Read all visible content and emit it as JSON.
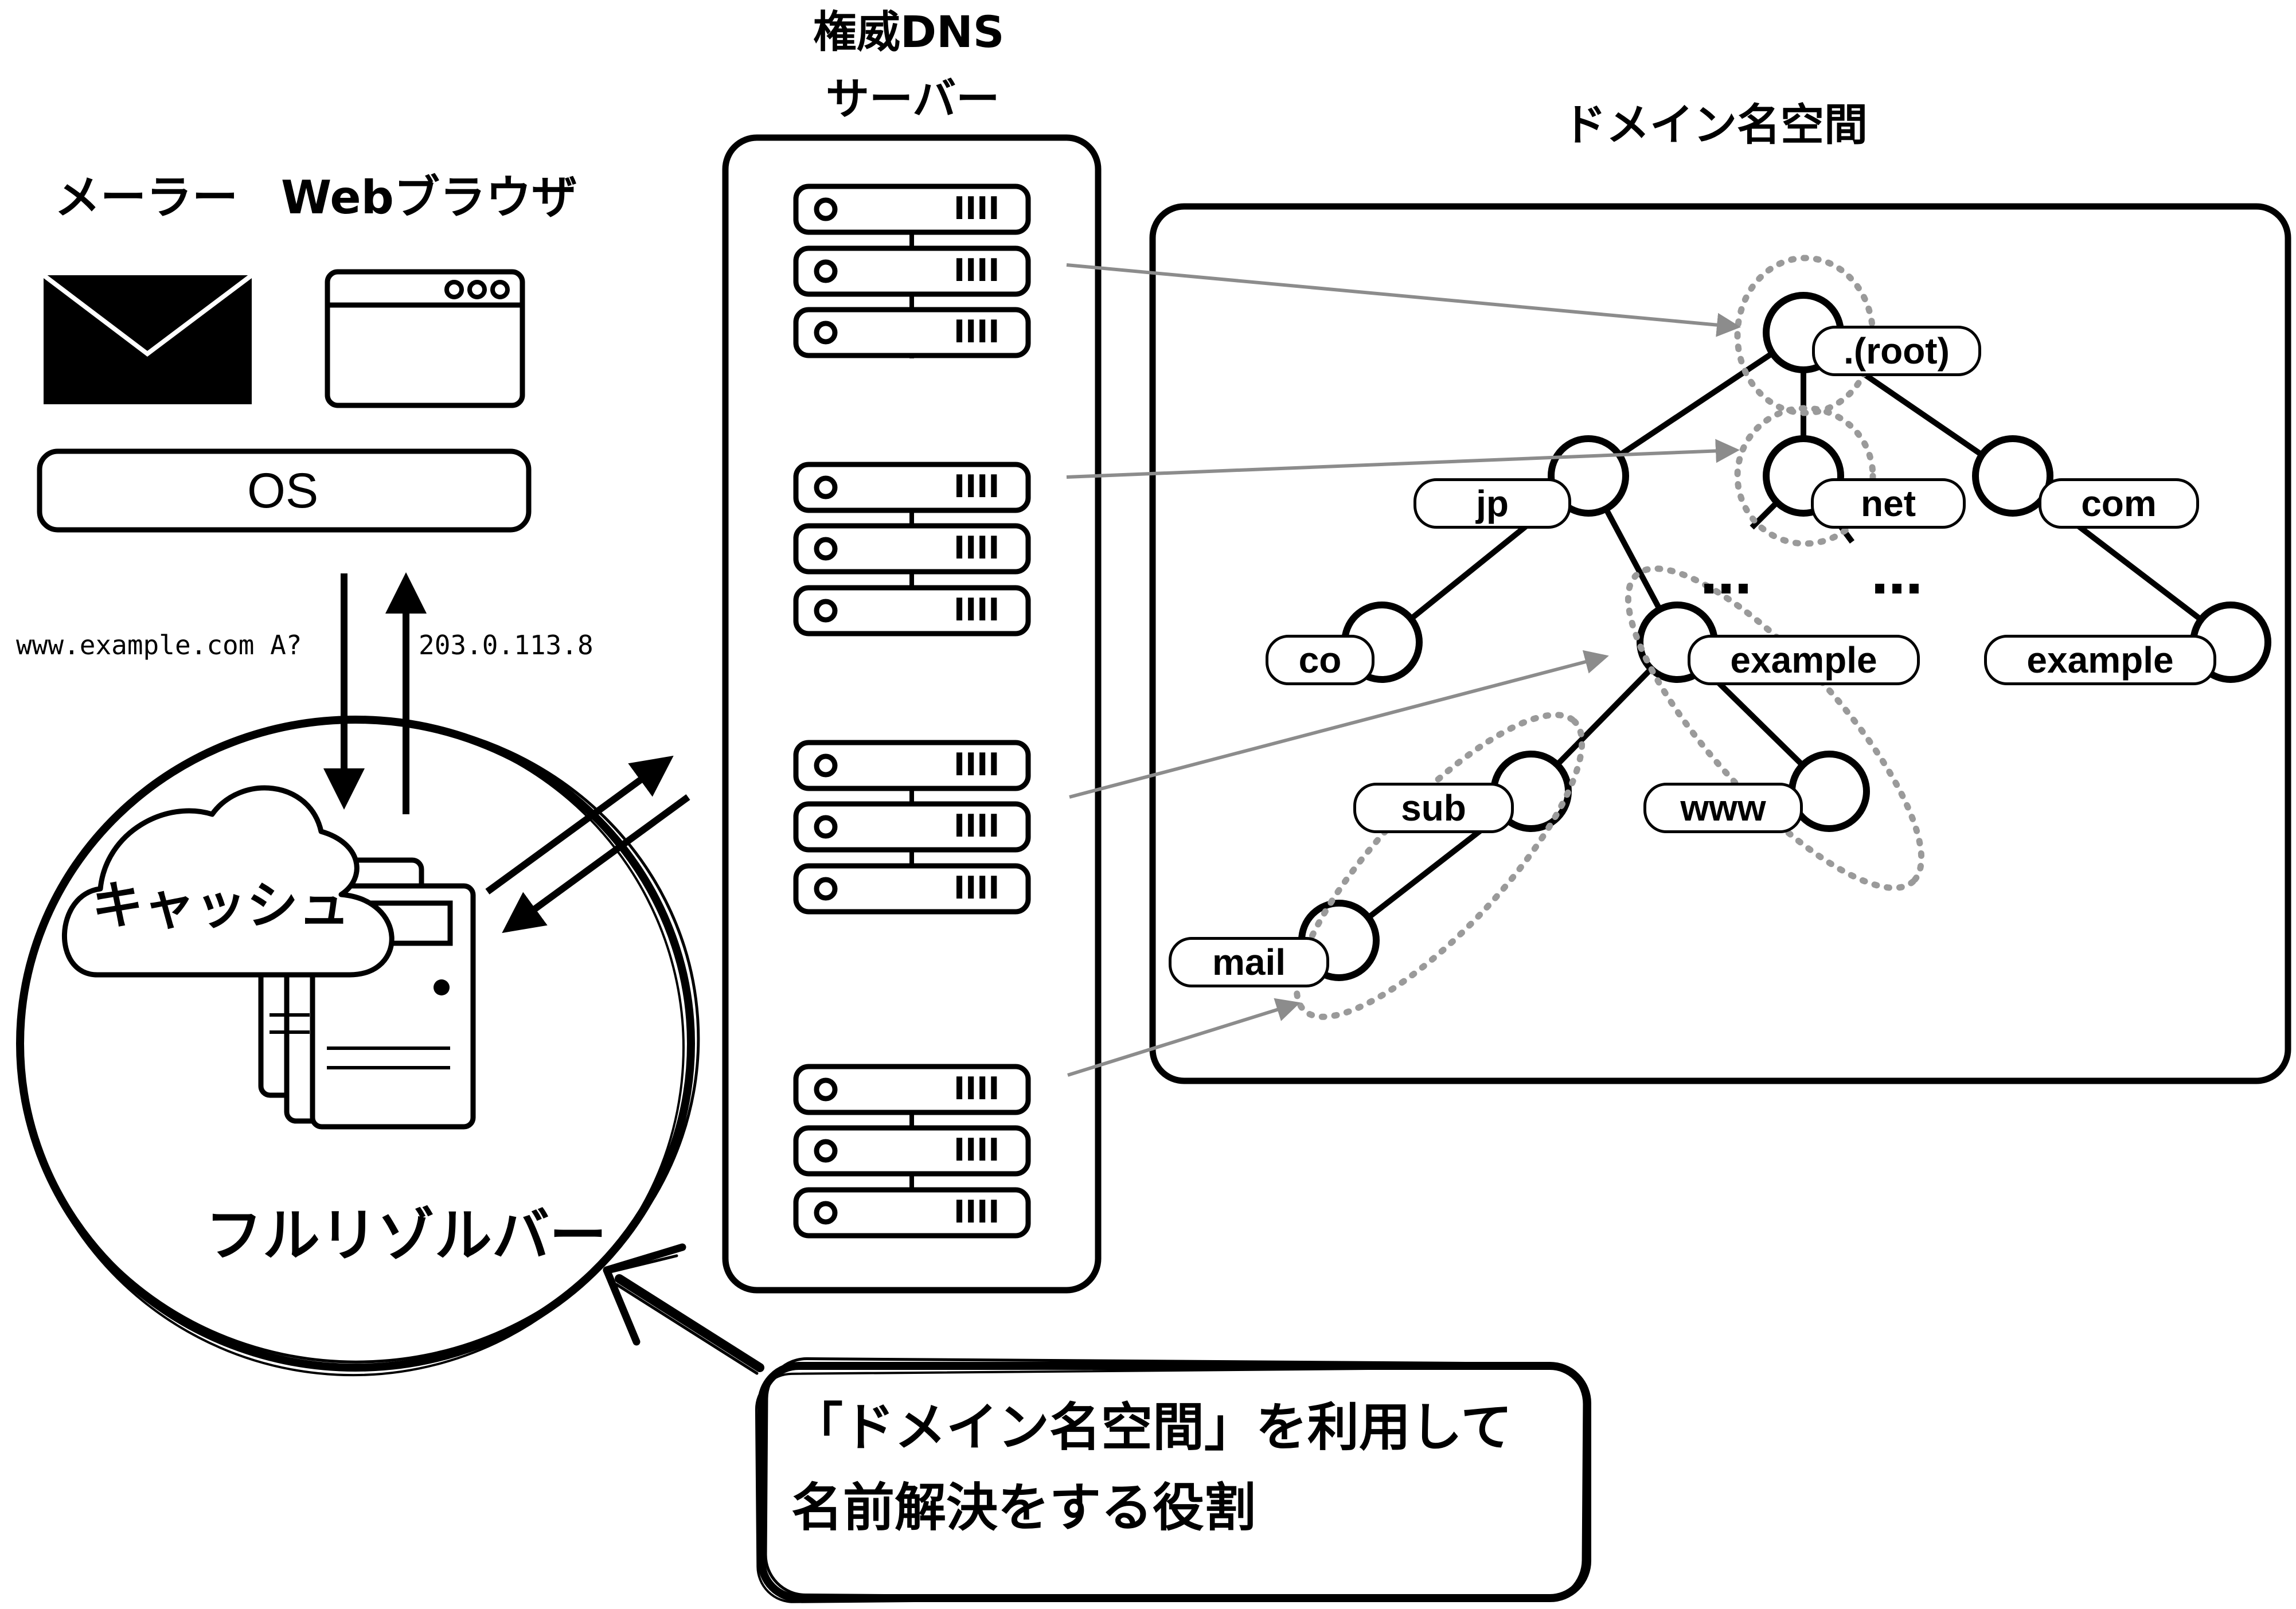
{
  "clients": {
    "mailer_label": "メーラー",
    "browser_label": "Webブラウザ",
    "os_label": "OS"
  },
  "query": {
    "request": "www.example.com A?",
    "response": "203.0.113.8"
  },
  "resolver": {
    "cache_label": "キャッシュ",
    "name": "フルリゾルバー"
  },
  "authoritative": {
    "title_line1": "権威DNS",
    "title_line2": "サーバー",
    "rack_mark": "IIII"
  },
  "namespace": {
    "title": "ドメイン名空間",
    "nodes": {
      "root": ".(root)",
      "jp": "jp",
      "net": "net",
      "com": "com",
      "co": "co",
      "example_jp": "example",
      "example_com": "example",
      "sub": "sub",
      "www": "www",
      "mail": "mail"
    },
    "ellipsis": "…"
  },
  "callout": {
    "line1": "「ドメイン名空間」を利用して",
    "line2": "名前解決をする役割"
  }
}
